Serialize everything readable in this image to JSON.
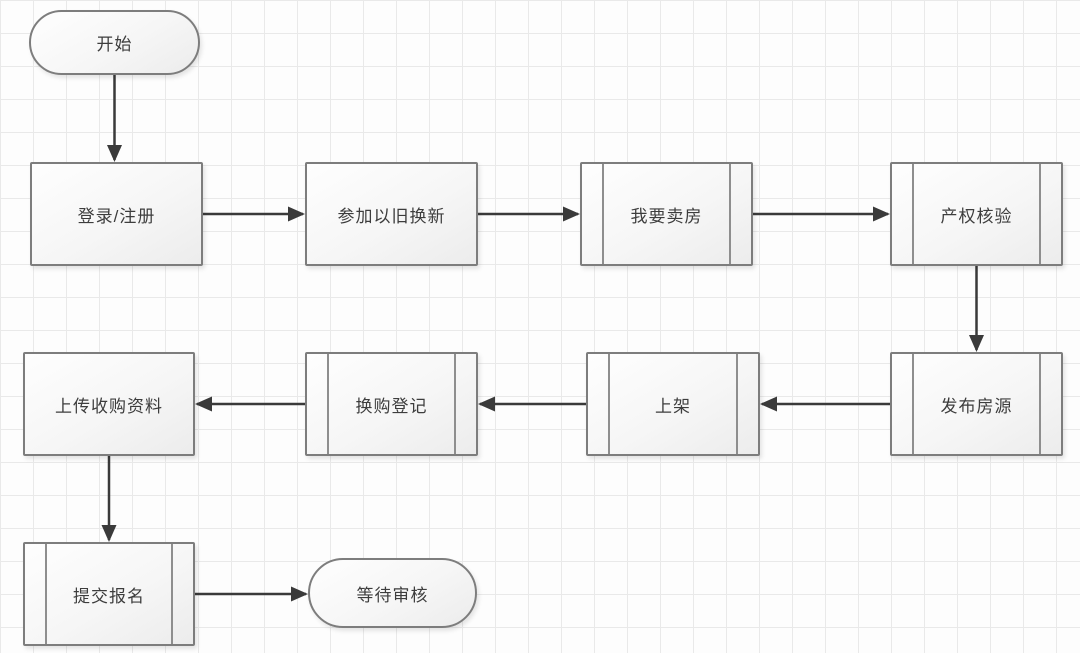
{
  "diagram": {
    "type": "flowchart",
    "nodes": {
      "start": {
        "label": "开始",
        "shape": "terminator"
      },
      "login": {
        "label": "登录/注册",
        "shape": "process"
      },
      "tradein": {
        "label": "参加以旧换新",
        "shape": "process"
      },
      "sell": {
        "label": "我要卖房",
        "shape": "predefined-process"
      },
      "verify": {
        "label": "产权核验",
        "shape": "predefined-process"
      },
      "publish": {
        "label": "发布房源",
        "shape": "predefined-process"
      },
      "shelf": {
        "label": "上架",
        "shape": "predefined-process"
      },
      "register": {
        "label": "换购登记",
        "shape": "predefined-process"
      },
      "upload": {
        "label": "上传收购资料",
        "shape": "process"
      },
      "submit": {
        "label": "提交报名",
        "shape": "predefined-process"
      },
      "wait": {
        "label": "等待审核",
        "shape": "terminator"
      }
    },
    "edges": [
      {
        "from": "start",
        "to": "login",
        "dir": "down"
      },
      {
        "from": "login",
        "to": "tradein",
        "dir": "right"
      },
      {
        "from": "tradein",
        "to": "sell",
        "dir": "right"
      },
      {
        "from": "sell",
        "to": "verify",
        "dir": "right"
      },
      {
        "from": "verify",
        "to": "publish",
        "dir": "down"
      },
      {
        "from": "publish",
        "to": "shelf",
        "dir": "left"
      },
      {
        "from": "shelf",
        "to": "register",
        "dir": "left"
      },
      {
        "from": "register",
        "to": "upload",
        "dir": "left"
      },
      {
        "from": "upload",
        "to": "submit",
        "dir": "down"
      },
      {
        "from": "submit",
        "to": "wait",
        "dir": "right"
      }
    ],
    "colors": {
      "node_border": "#7d7d7d",
      "node_fill_top": "#fefefe",
      "node_fill_bottom": "#ececec",
      "arrow": "#3a3a3a",
      "grid_line": "#e9e9e9",
      "text": "#3d3d3d",
      "background": "#fdfdfd"
    }
  }
}
